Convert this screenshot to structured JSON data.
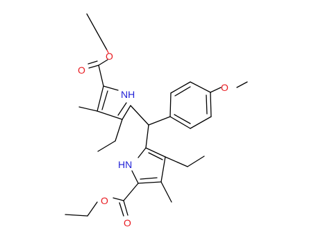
{
  "atoms": {
    "o_ester1_ether": "O",
    "o_ester1_carbonyl": "O",
    "n_pyrrole1": "NH",
    "o_methoxy": "O",
    "n_pyrrole2": "HN",
    "o_ester2_ether": "O",
    "o_ester2_carbonyl": "O"
  },
  "colors": {
    "oxygen": "#e8191f",
    "nitrogen": "#1f1fd6",
    "carbon_bond": "#000000",
    "background": "#ffffff"
  }
}
